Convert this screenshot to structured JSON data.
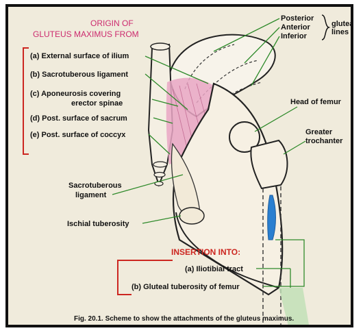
{
  "origin": {
    "title_line1": "ORIGIN OF",
    "title_line2": "GLUTEUS MAXIMUS FROM",
    "items": [
      "(a) External surface of ilium",
      "(b) Sacrotuberous ligament",
      "(c) Aponeurosis covering",
      "erector spinae",
      "(d) Post. surface of sacrum",
      "(e) Post. surface of coccyx"
    ]
  },
  "gluteal_lines": {
    "lines": [
      "Posterior",
      "Anterior",
      "Inferior"
    ],
    "group_label": "gluteal",
    "group_label2": "lines"
  },
  "right_labels": {
    "head_of_femur": "Head of femur",
    "greater_trochanter_1": "Greater",
    "greater_trochanter_2": "trochanter"
  },
  "left_labels": {
    "sacrotuberous_1": "Sacrotuberous",
    "sacrotuberous_2": "ligament",
    "ischial_tuberosity": "Ischial tuberosity"
  },
  "insertion": {
    "title": "INSERTION INTO:",
    "items": [
      "(a) Iliotibial tract",
      "(b) Gluteal tuberosity of femur"
    ]
  },
  "caption": "Fig. 20.1. Scheme to show the attachments of the gluteus maximus.",
  "colors": {
    "origin_accent": "#cc2a6e",
    "insertion_accent": "#cc2620",
    "leader_lines": "#2e8a2a",
    "muscle_origin_area": "#e9a6c4",
    "insertion_area": "#2a7fd0"
  }
}
